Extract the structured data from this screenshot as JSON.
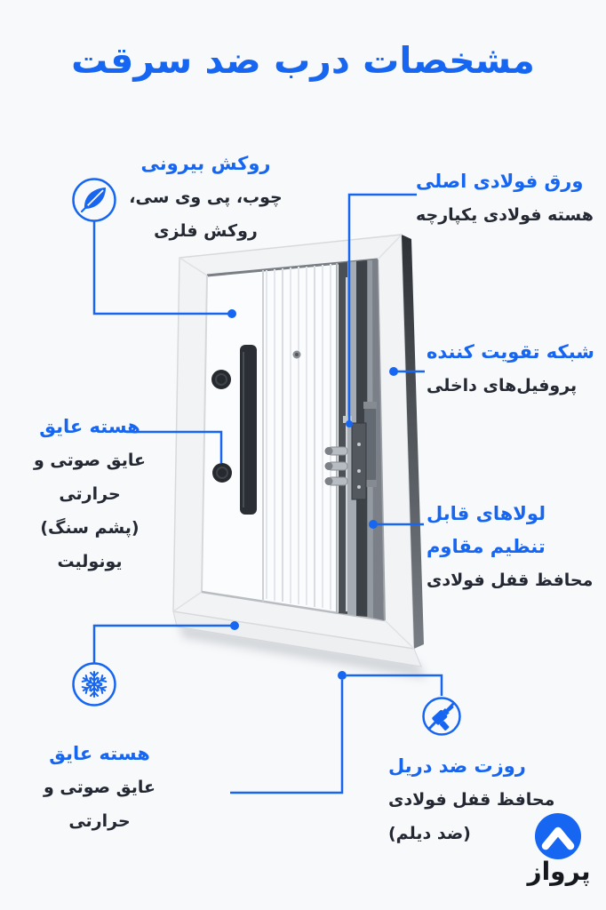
{
  "page": {
    "background": "#f8f9fb",
    "accent": "#1766f1",
    "title": "مشخصات درب ضد سرقت"
  },
  "icons": {
    "outer_coating": "leaf-icon",
    "insulating_core_bottom": "snowflake-icon",
    "anti_drill_rosette": "drill-icon",
    "logo": "chevron-up-icon"
  },
  "callouts": {
    "outer_coating": {
      "heading": "روکش بیرونی",
      "body1": "چوب، پی وی سی،",
      "body2": "روکش فلزی"
    },
    "main_steel_sheet": {
      "heading": "ورق فولادی اصلی",
      "body1": "هسته فولادی یکپارچه"
    },
    "reinforcing_grid": {
      "heading": "شبکه تقویت کننده",
      "body1": "پروفیل‌های داخلی"
    },
    "hinges": {
      "heading1": "لولاهای قابل",
      "heading2": "تنظیم مقاوم",
      "body1": "محافظ قفل فولادی"
    },
    "insulating_core": {
      "heading": "هسته عایق",
      "body1": "عایق صوتی و",
      "body2": "حرارتی",
      "body3": "(پشم سنگ)",
      "body4": "یونولیت"
    },
    "insulating_core_bottom": {
      "heading": "هسته عایق",
      "body1": "عایق صوتی و حرارتی"
    },
    "anti_drill_rosette": {
      "heading": "روزت ضد دریل",
      "body1": "محافظ قفل فولادی",
      "body2": "(ضد دیلم)"
    }
  },
  "logo": {
    "label": "پرواز"
  }
}
